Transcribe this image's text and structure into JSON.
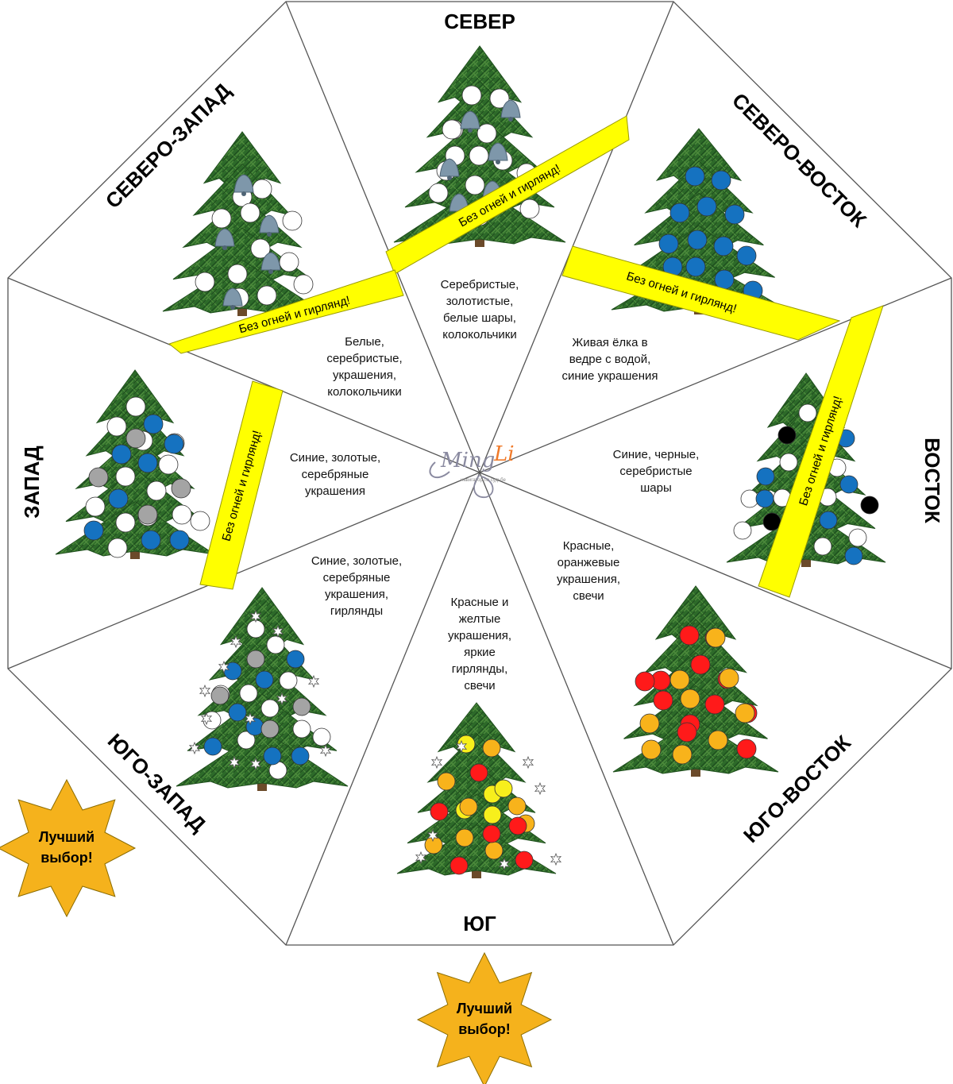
{
  "colors": {
    "band": "#ffff00",
    "star": "#f5b21c",
    "tree_dark": "#1f4f1d",
    "tree_mid": "#2f6b2a",
    "tree_light": "#4c8a3a",
    "trunk": "#6b4a2a",
    "outline": "#555555",
    "blue": "#1572c0",
    "white": "#ffffff",
    "silver": "#a4a4a4",
    "black": "#000000",
    "red": "#ff1a1a",
    "orange": "#f8b31b",
    "yellow": "#f7ef1c",
    "logo_gray": "#8a8aa0",
    "logo_orange": "#f07a2a"
  },
  "logo": {
    "text_left": "Ming",
    "text_right": "Li",
    "subtitle": "навигатор по судьбе"
  },
  "sectors": {
    "north": {
      "direction": "СЕВЕР",
      "description": [
        "Серебристые,",
        "золотистые,",
        "белые шары,",
        "колокольчики"
      ],
      "band": "Без огней и гирлянд!",
      "decorations": "white balls, silver bells"
    },
    "northeast": {
      "direction": "СЕВЕРО-ВОСТОК",
      "description": [
        "Живая ёлка в",
        "ведре с водой,",
        "синие украшения"
      ],
      "band": "Без огней и гирлянд!",
      "decorations": "blue balls"
    },
    "east": {
      "direction": "ВОСТОК",
      "description": [
        "Синие, черные,",
        "серебристые",
        "шары"
      ],
      "band": "Без огней и гирлянд!",
      "decorations": "white, blue and black balls"
    },
    "southeast": {
      "direction": "ЮГО-ВОСТОК",
      "description": [
        "Красные,",
        "оранжевые",
        "украшения,",
        "свечи"
      ],
      "decorations": "red and orange balls"
    },
    "south": {
      "direction": "ЮГ",
      "description": [
        "Красные и",
        "желтые",
        "украшения,",
        "яркие",
        "гирлянды,",
        "свечи"
      ],
      "star": [
        "Лучший",
        "выбор!"
      ],
      "decorations": "red, orange, yellow balls, white stars"
    },
    "southwest": {
      "direction": "ЮГО-ЗАПАД",
      "description": [
        "Синие, золотые,",
        "серебряные",
        "украшения,",
        "гирлянды"
      ],
      "star": [
        "Лучший",
        "выбор!"
      ],
      "decorations": "blue, white, silver balls, white stars"
    },
    "west": {
      "direction": "ЗАПАД",
      "description": [
        "Синие, золотые,",
        "серебряные",
        "украшения"
      ],
      "band": "Без огней и гирлянд!",
      "decorations": "white, blue, silver balls"
    },
    "northwest": {
      "direction": "СЕВЕРО-ЗАПАД",
      "description": [
        "Белые,",
        "серебристые,",
        "украшения,",
        "колокольчики"
      ],
      "band": "Без огней и гирлянд!",
      "decorations": "white balls, silver bells"
    }
  }
}
